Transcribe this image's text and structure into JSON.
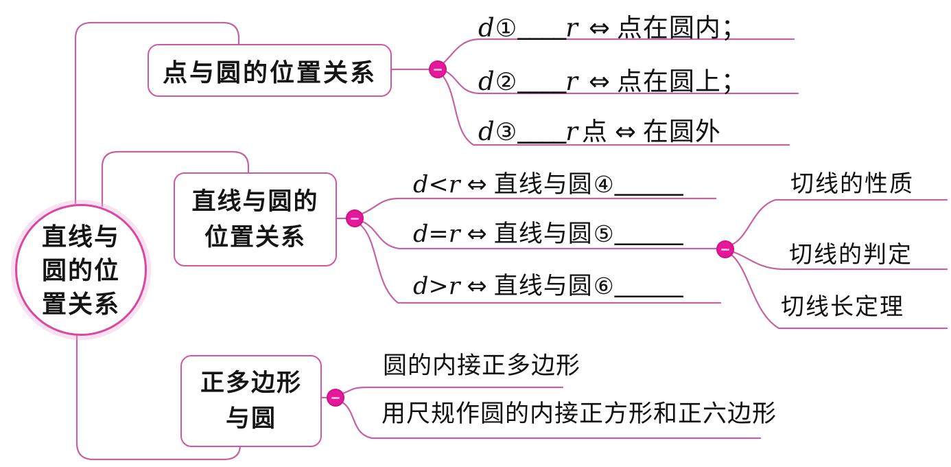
{
  "colors": {
    "edge": "#c4639f",
    "node_border": "#d5569b",
    "root_border": "#d9479f",
    "toggle_fill": "#e6189a",
    "text": "#151515",
    "background": "#ffffff"
  },
  "root": {
    "line1": "直线与",
    "line2": "圆的位",
    "line3": "置关系"
  },
  "branch_point": {
    "label": "点与圆的位置关系",
    "items": [
      {
        "var1": "d",
        "num": "①",
        "blank": "____",
        "var2": "r",
        "mid": "",
        "arrow": "⇔",
        "rest": "点在圆内；"
      },
      {
        "var1": "d",
        "num": "②",
        "blank": "____",
        "var2": "r",
        "mid": "",
        "arrow": "⇔",
        "rest": "点在圆上；"
      },
      {
        "var1": "d",
        "num": "③",
        "blank": "____",
        "var2": "r",
        "mid": "点",
        "arrow": "⇔",
        "rest": "在圆外"
      }
    ]
  },
  "branch_line": {
    "label_line1": "直线与圆的",
    "label_line2": "位置关系",
    "items": [
      {
        "cond": "d<r",
        "arrow": "⇔",
        "rest": "直线与圆",
        "num": "④",
        "blank": "______"
      },
      {
        "cond": "d=r",
        "arrow": "⇔",
        "rest": "直线与圆",
        "num": "⑤",
        "blank": "______"
      },
      {
        "cond": "d>r",
        "arrow": "⇔",
        "rest": "直线与圆",
        "num": "⑥",
        "blank": "______"
      }
    ],
    "tangent_items": [
      {
        "label": "切线的性质"
      },
      {
        "label": "切线的判定"
      },
      {
        "label": "切线长定理"
      }
    ]
  },
  "branch_polygon": {
    "label_line1": "正多边形",
    "label_line2": "与圆",
    "items": [
      {
        "label": "圆的内接正多边形"
      },
      {
        "label": "用尺规作圆的内接正方形和正六边形"
      }
    ]
  }
}
